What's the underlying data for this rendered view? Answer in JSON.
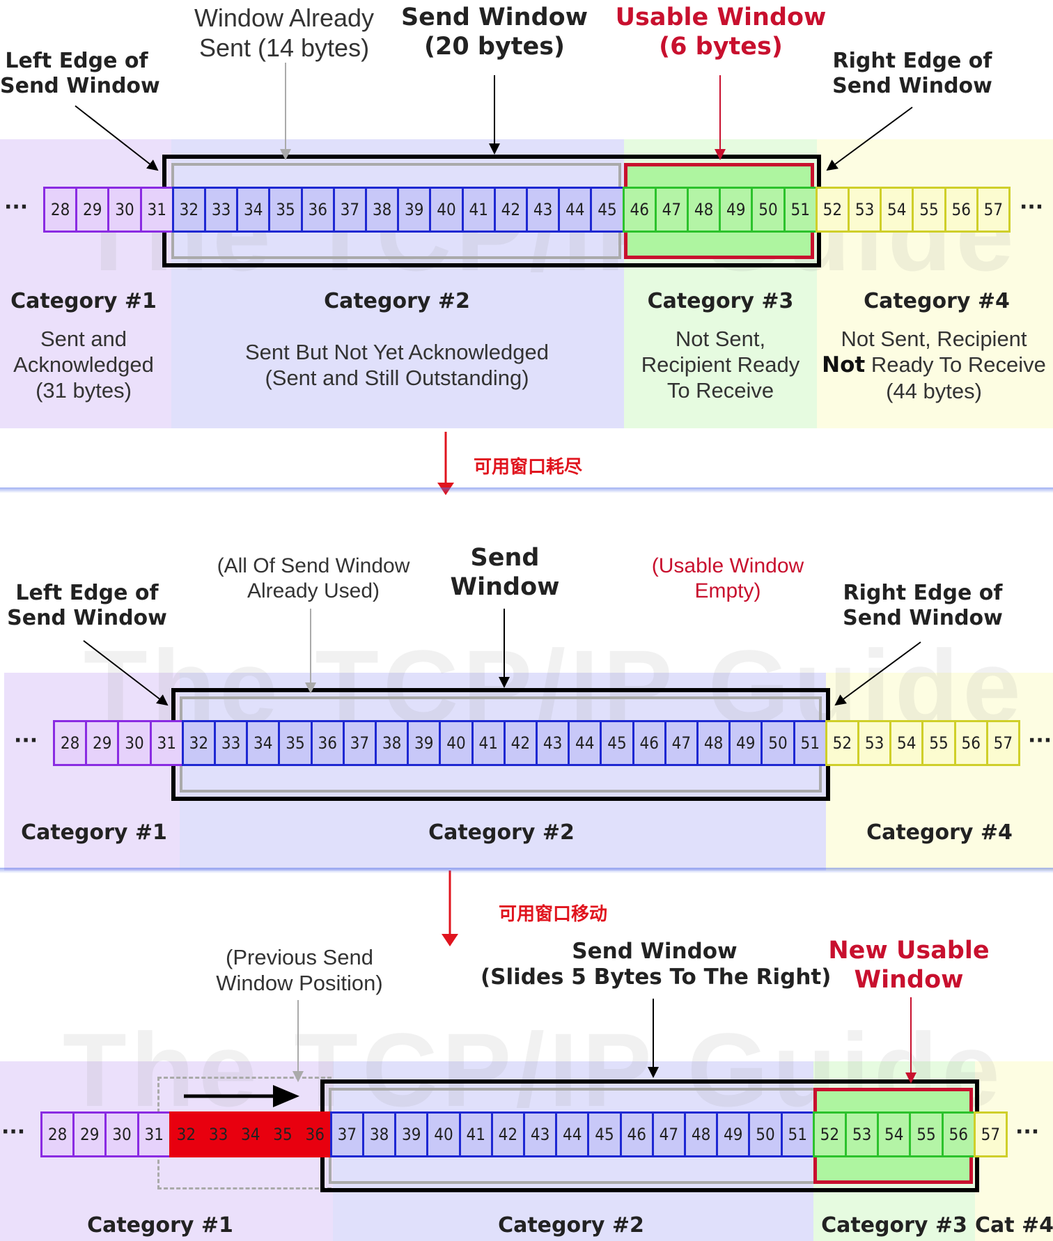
{
  "colors": {
    "cat1_bg": "#ebe0fb",
    "cat2_bg": "#e0e0fb",
    "cat3_bg": "#e6fbe0",
    "cat4_bg": "#fdfde2",
    "purple": "#8a2be2",
    "blue": "#1e28d2",
    "green": "#2cc22c",
    "yellow": "#cfcf2a",
    "red": "#e8000f"
  },
  "watermark": "The TCP/IP Guide",
  "ellipsis": "···",
  "transitions": [
    "可用窗口耗尽",
    "可用窗口移动"
  ],
  "diagram1": {
    "left_edge": [
      "Left Edge of",
      "Send Window"
    ],
    "already_sent": [
      "Window Already",
      "Sent (14 bytes)"
    ],
    "send_window": [
      "Send Window",
      "(20 bytes)"
    ],
    "usable_window": [
      "Usable Window",
      "(6 bytes)"
    ],
    "right_edge": [
      "Right Edge of",
      "Send Window"
    ],
    "categories": [
      {
        "title": "Category #1",
        "desc": [
          "Sent and",
          "Acknowledged",
          "(31 bytes)"
        ]
      },
      {
        "title": "Category #2",
        "desc": [
          "Sent But Not Yet Acknowledged",
          "(Sent and Still Outstanding)"
        ]
      },
      {
        "title": "Category #3",
        "desc": [
          "Not Sent,",
          "Recipient Ready",
          "To Receive"
        ]
      },
      {
        "title": "Category #4",
        "desc_line1": "Not Sent, Recipient",
        "desc_bold": "Not",
        "desc_line2_rest": " Ready To Receive",
        "desc_line3": "(44 bytes)"
      }
    ],
    "bytes": [
      {
        "n": "28",
        "c": "p"
      },
      {
        "n": "29",
        "c": "p"
      },
      {
        "n": "30",
        "c": "p"
      },
      {
        "n": "31",
        "c": "p"
      },
      {
        "n": "32",
        "c": "b"
      },
      {
        "n": "33",
        "c": "b"
      },
      {
        "n": "34",
        "c": "b"
      },
      {
        "n": "35",
        "c": "b"
      },
      {
        "n": "36",
        "c": "b"
      },
      {
        "n": "37",
        "c": "b"
      },
      {
        "n": "38",
        "c": "b"
      },
      {
        "n": "39",
        "c": "b"
      },
      {
        "n": "40",
        "c": "b"
      },
      {
        "n": "41",
        "c": "b"
      },
      {
        "n": "42",
        "c": "b"
      },
      {
        "n": "43",
        "c": "b"
      },
      {
        "n": "44",
        "c": "b"
      },
      {
        "n": "45",
        "c": "b"
      },
      {
        "n": "46",
        "c": "g"
      },
      {
        "n": "47",
        "c": "g"
      },
      {
        "n": "48",
        "c": "g"
      },
      {
        "n": "49",
        "c": "g"
      },
      {
        "n": "50",
        "c": "g"
      },
      {
        "n": "51",
        "c": "g"
      },
      {
        "n": "52",
        "c": "y"
      },
      {
        "n": "53",
        "c": "y"
      },
      {
        "n": "54",
        "c": "y"
      },
      {
        "n": "55",
        "c": "y"
      },
      {
        "n": "56",
        "c": "y"
      },
      {
        "n": "57",
        "c": "y"
      }
    ]
  },
  "diagram2": {
    "left_edge": [
      "Left Edge of",
      "Send Window"
    ],
    "all_used": [
      "(All Of Send Window",
      "Already Used)"
    ],
    "send_window": [
      "Send",
      "Window"
    ],
    "usable_empty": [
      "(Usable Window",
      "Empty)"
    ],
    "right_edge": [
      "Right Edge of",
      "Send Window"
    ],
    "categories": [
      "Category #1",
      "Category #2",
      "Category #4"
    ],
    "bytes": [
      {
        "n": "28",
        "c": "p"
      },
      {
        "n": "29",
        "c": "p"
      },
      {
        "n": "30",
        "c": "p"
      },
      {
        "n": "31",
        "c": "p"
      },
      {
        "n": "32",
        "c": "b"
      },
      {
        "n": "33",
        "c": "b"
      },
      {
        "n": "34",
        "c": "b"
      },
      {
        "n": "35",
        "c": "b"
      },
      {
        "n": "36",
        "c": "b"
      },
      {
        "n": "37",
        "c": "b"
      },
      {
        "n": "38",
        "c": "b"
      },
      {
        "n": "39",
        "c": "b"
      },
      {
        "n": "40",
        "c": "b"
      },
      {
        "n": "41",
        "c": "b"
      },
      {
        "n": "42",
        "c": "b"
      },
      {
        "n": "43",
        "c": "b"
      },
      {
        "n": "44",
        "c": "b"
      },
      {
        "n": "45",
        "c": "b"
      },
      {
        "n": "46",
        "c": "b"
      },
      {
        "n": "47",
        "c": "b"
      },
      {
        "n": "48",
        "c": "b"
      },
      {
        "n": "49",
        "c": "b"
      },
      {
        "n": "50",
        "c": "b"
      },
      {
        "n": "51",
        "c": "b"
      },
      {
        "n": "52",
        "c": "y"
      },
      {
        "n": "53",
        "c": "y"
      },
      {
        "n": "54",
        "c": "y"
      },
      {
        "n": "55",
        "c": "y"
      },
      {
        "n": "56",
        "c": "y"
      },
      {
        "n": "57",
        "c": "y"
      }
    ]
  },
  "diagram3": {
    "previous": [
      "(Previous Send",
      "Window Position)"
    ],
    "send_window": [
      "Send Window",
      "(Slides 5 Bytes To The Right)"
    ],
    "new_usable": [
      "New Usable",
      "Window"
    ],
    "categories": [
      "Category #1",
      "Category #2",
      "Category #3",
      "Cat #4"
    ],
    "bytes": [
      {
        "n": "28",
        "c": "p"
      },
      {
        "n": "29",
        "c": "p"
      },
      {
        "n": "30",
        "c": "p"
      },
      {
        "n": "31",
        "c": "p"
      },
      {
        "n": "32",
        "c": "r"
      },
      {
        "n": "33",
        "c": "r"
      },
      {
        "n": "34",
        "c": "r"
      },
      {
        "n": "35",
        "c": "r"
      },
      {
        "n": "36",
        "c": "r"
      },
      {
        "n": "37",
        "c": "b"
      },
      {
        "n": "38",
        "c": "b"
      },
      {
        "n": "39",
        "c": "b"
      },
      {
        "n": "40",
        "c": "b"
      },
      {
        "n": "41",
        "c": "b"
      },
      {
        "n": "42",
        "c": "b"
      },
      {
        "n": "43",
        "c": "b"
      },
      {
        "n": "44",
        "c": "b"
      },
      {
        "n": "45",
        "c": "b"
      },
      {
        "n": "46",
        "c": "b"
      },
      {
        "n": "47",
        "c": "b"
      },
      {
        "n": "48",
        "c": "b"
      },
      {
        "n": "49",
        "c": "b"
      },
      {
        "n": "50",
        "c": "b"
      },
      {
        "n": "51",
        "c": "b"
      },
      {
        "n": "52",
        "c": "g"
      },
      {
        "n": "53",
        "c": "g"
      },
      {
        "n": "54",
        "c": "g"
      },
      {
        "n": "55",
        "c": "g"
      },
      {
        "n": "56",
        "c": "g"
      },
      {
        "n": "57",
        "c": "y"
      }
    ]
  }
}
